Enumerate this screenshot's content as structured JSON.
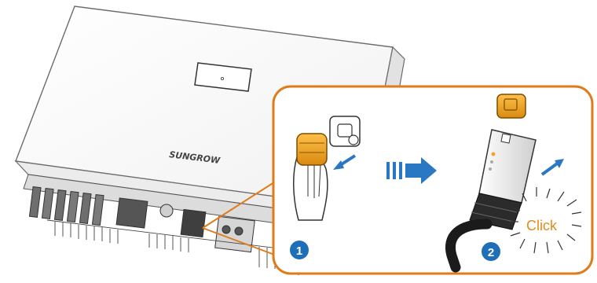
{
  "brand": {
    "logo_text": "SUNGROW"
  },
  "steps": [
    {
      "number": "1"
    },
    {
      "number": "2"
    }
  ],
  "click_text": "Click",
  "colors": {
    "callout_border": "#e07b1a",
    "step_badge": "#1f6fb8",
    "arrow": "#2a78c4",
    "connector_orange": "#f0a32a",
    "click_text": "#e78a1c"
  },
  "icons": [
    "hand-icon",
    "arrow-icon",
    "spark-icon"
  ]
}
